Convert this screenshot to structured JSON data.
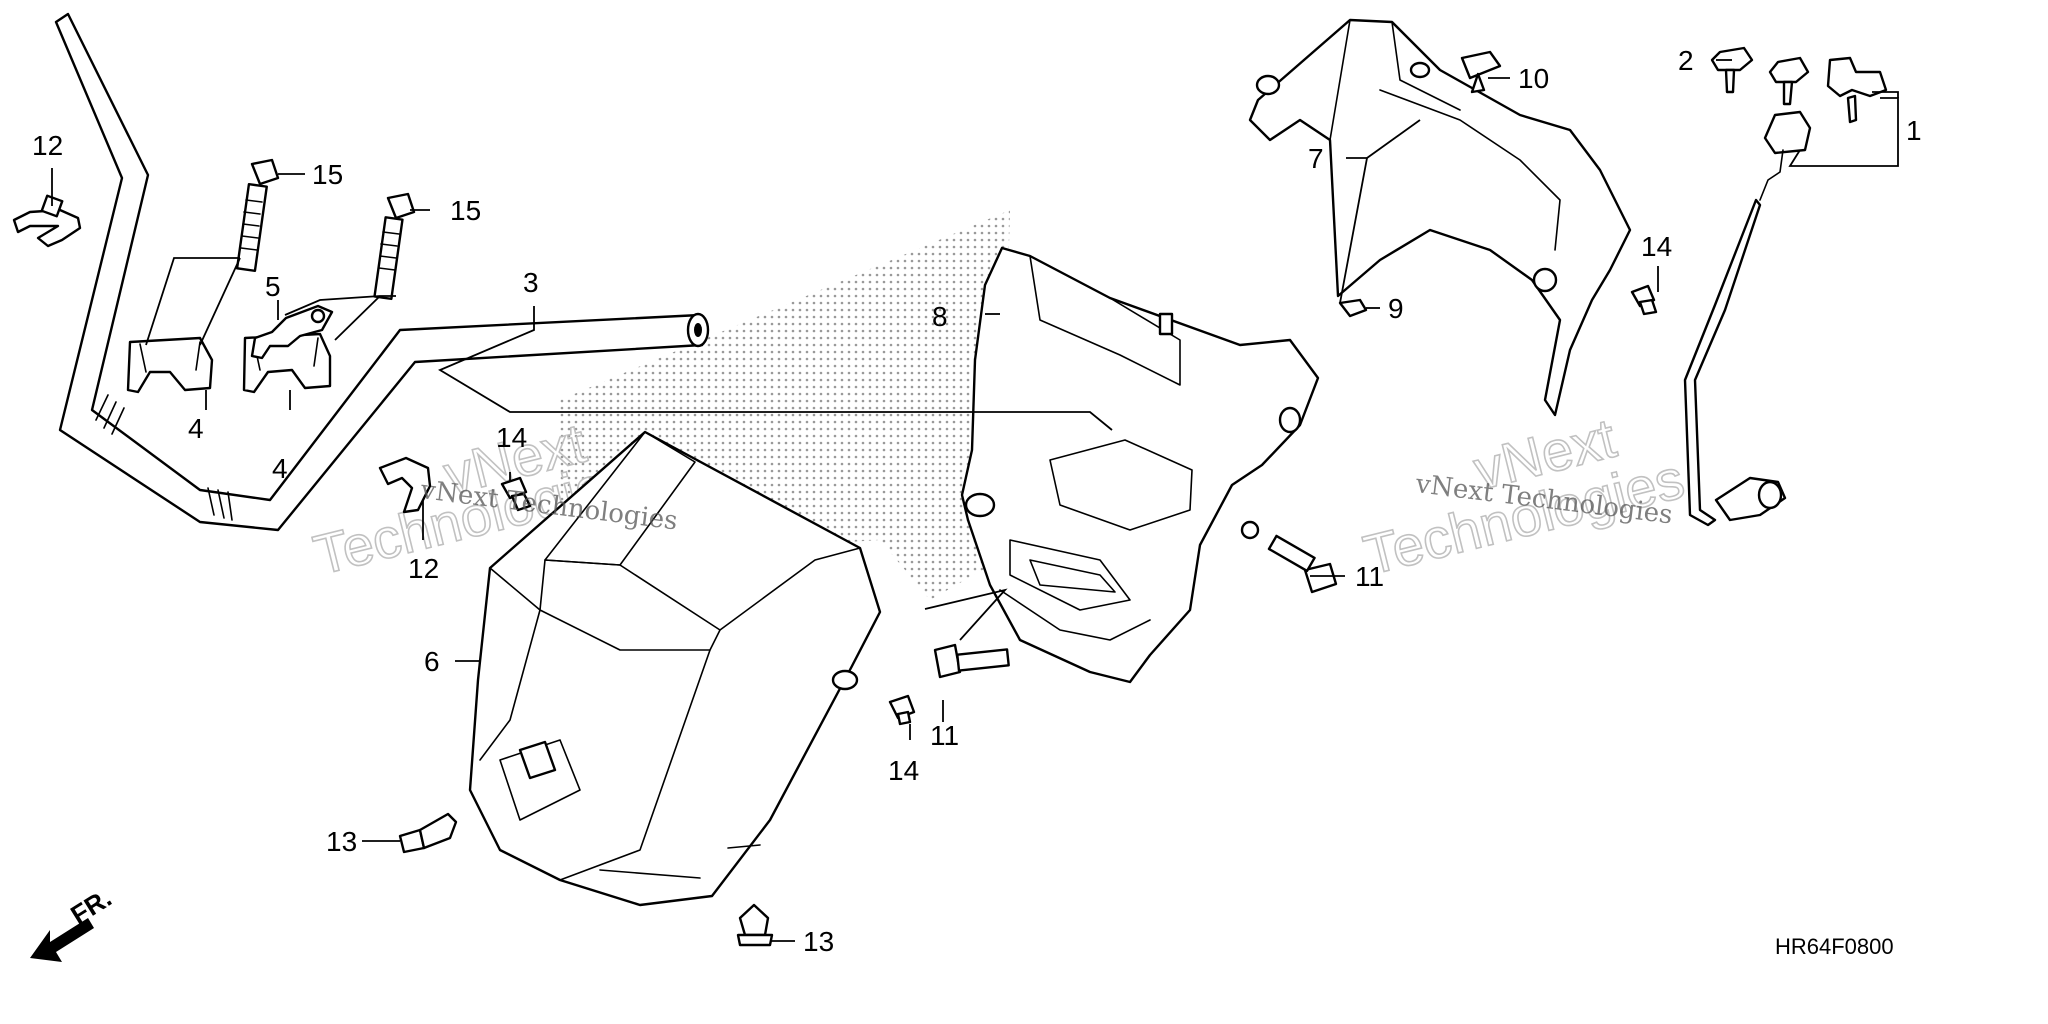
{
  "diagram": {
    "code": "HR64F0800",
    "direction_label": "FR.",
    "watermarks": [
      {
        "short": "vNext",
        "long": "Technologies",
        "full": "vNext Technologies"
      },
      {
        "short": "vNext",
        "long": "Technologies",
        "full": "vNext Technologies"
      }
    ],
    "callouts": {
      "c1": "1",
      "c2": "2",
      "c3": "3",
      "c4a": "4",
      "c4b": "4",
      "c5": "5",
      "c6": "6",
      "c7": "7",
      "c8": "8",
      "c9": "9",
      "c10": "10",
      "c11a": "11",
      "c11b": "11",
      "c12a": "12",
      "c12b": "12",
      "c13a": "13",
      "c13b": "13",
      "c14a": "14",
      "c14b": "14",
      "c14c": "14",
      "c15a": "15",
      "c15b": "15"
    }
  }
}
